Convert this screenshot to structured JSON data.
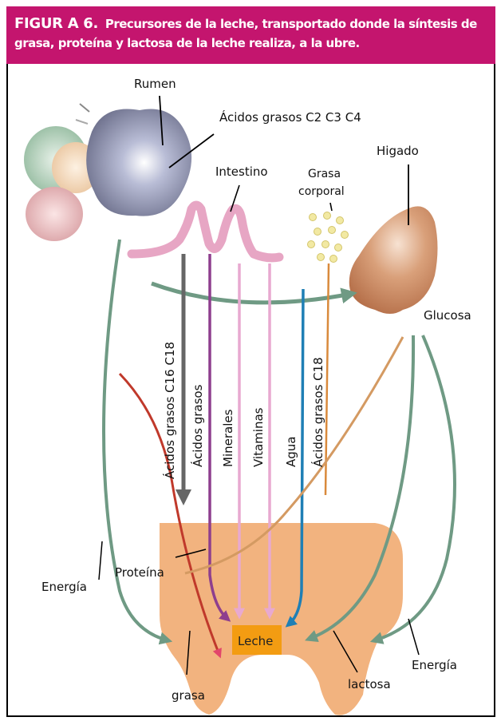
{
  "header": {
    "figure_label": "FIGUR A 6.",
    "caption": "Precursores de la leche, transportado donde la síntesis de grasa, proteína y lactosa de la leche realiza, a la ubre."
  },
  "labels": {
    "rumen": "Rumen",
    "vfa": "Ácidos grasos C2 C3 C4",
    "intestino": "Intestino",
    "grasa_corporal_1": "Grasa",
    "grasa_corporal_2": "corporal",
    "higado": "Higado",
    "glucosa": "Glucosa",
    "acidos_c16_c18": "Ácidos grasos C16 C18",
    "acidos_grasos": "Ácidos grasos",
    "minerales": "Minerales",
    "vitaminas": "Vitaminas",
    "agua": "Agua",
    "acidos_c18": "Ácidos grasos C18",
    "energia_left": "Energía",
    "proteina": "Proteína",
    "leche": "Leche",
    "grasa": "grasa",
    "lactosa": "lactosa",
    "energia_right": "Energía"
  },
  "colors": {
    "header_bg": "#c4156e",
    "green_arrow": "#6f9a84",
    "udder": "#f2b37f",
    "leche_box": "#f39c12",
    "intestine": "#e7a6c4",
    "liver": "#c98c65"
  }
}
